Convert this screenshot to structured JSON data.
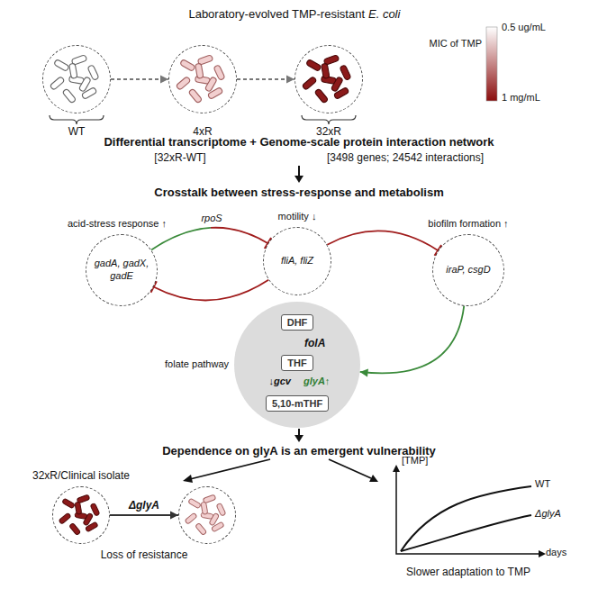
{
  "diagram": {
    "nodes": [
      {
        "text": [
          "WT"
        ]
      },
      {
        "text": [
          "4xR"
        ]
      },
      {
        "text": [
          "32xR"
        ]
      },
      {
        "text": [
          "acid-stress response ↑",
          "gadA, gadX, gadE"
        ]
      },
      {
        "text": [
          "motility ↓",
          "fliA, fliZ"
        ]
      },
      {
        "text": [
          "biofilm formation ↑",
          "iraP, csgD"
        ]
      },
      {
        "text": [
          "folate pathway"
        ]
      },
      {
        "text": [
          "DHF"
        ],
        "in": 6
      },
      {
        "text": [
          "THF"
        ],
        "in": 6
      },
      {
        "text": [
          "5,10-mTHF"
        ],
        "in": 6
      },
      {
        "text": [
          "32xR/Clinical isolate"
        ]
      },
      {
        "text": [
          "Loss of resistance"
        ]
      }
    ],
    "edges": [
      {
        "from": 0,
        "to": 1,
        "arrow": "to"
      },
      {
        "from": 1,
        "to": 2,
        "arrow": "to"
      },
      {
        "from": 3,
        "to": 4,
        "arrow": "to"
      },
      {
        "from": 4,
        "to": 3,
        "arrow": "to"
      },
      {
        "from": 4,
        "to": 5,
        "arrow": "to"
      },
      {
        "from": 5,
        "to": 6,
        "arrow": "to"
      },
      {
        "from": 7,
        "to": 8,
        "label": "folA",
        "arrow": "to"
      },
      {
        "from": 8,
        "to": 9,
        "arrow": "to"
      },
      {
        "from": 10,
        "to": 11,
        "label": "ΔglyA",
        "arrow": "to"
      }
    ],
    "labels": [
      "Laboratory-evolved TMP-resistant",
      "E. coli",
      "MIC of TMP",
      "0.5 ug/mL",
      "1 mg/mL",
      "Differential transcriptome + Genome-scale protein interaction network",
      "[32xR-WT]",
      "[3498 genes; 24542 interactions]",
      "Crosstalk between stress-response and metabolism",
      "rpoS",
      "↓gcv",
      "glyA↑",
      "Dependence on glyA is an emergent vulnerability",
      "[TMP]",
      "days",
      "WT",
      "ΔglyA",
      "Slower adaptation to TMP"
    ]
  }
}
